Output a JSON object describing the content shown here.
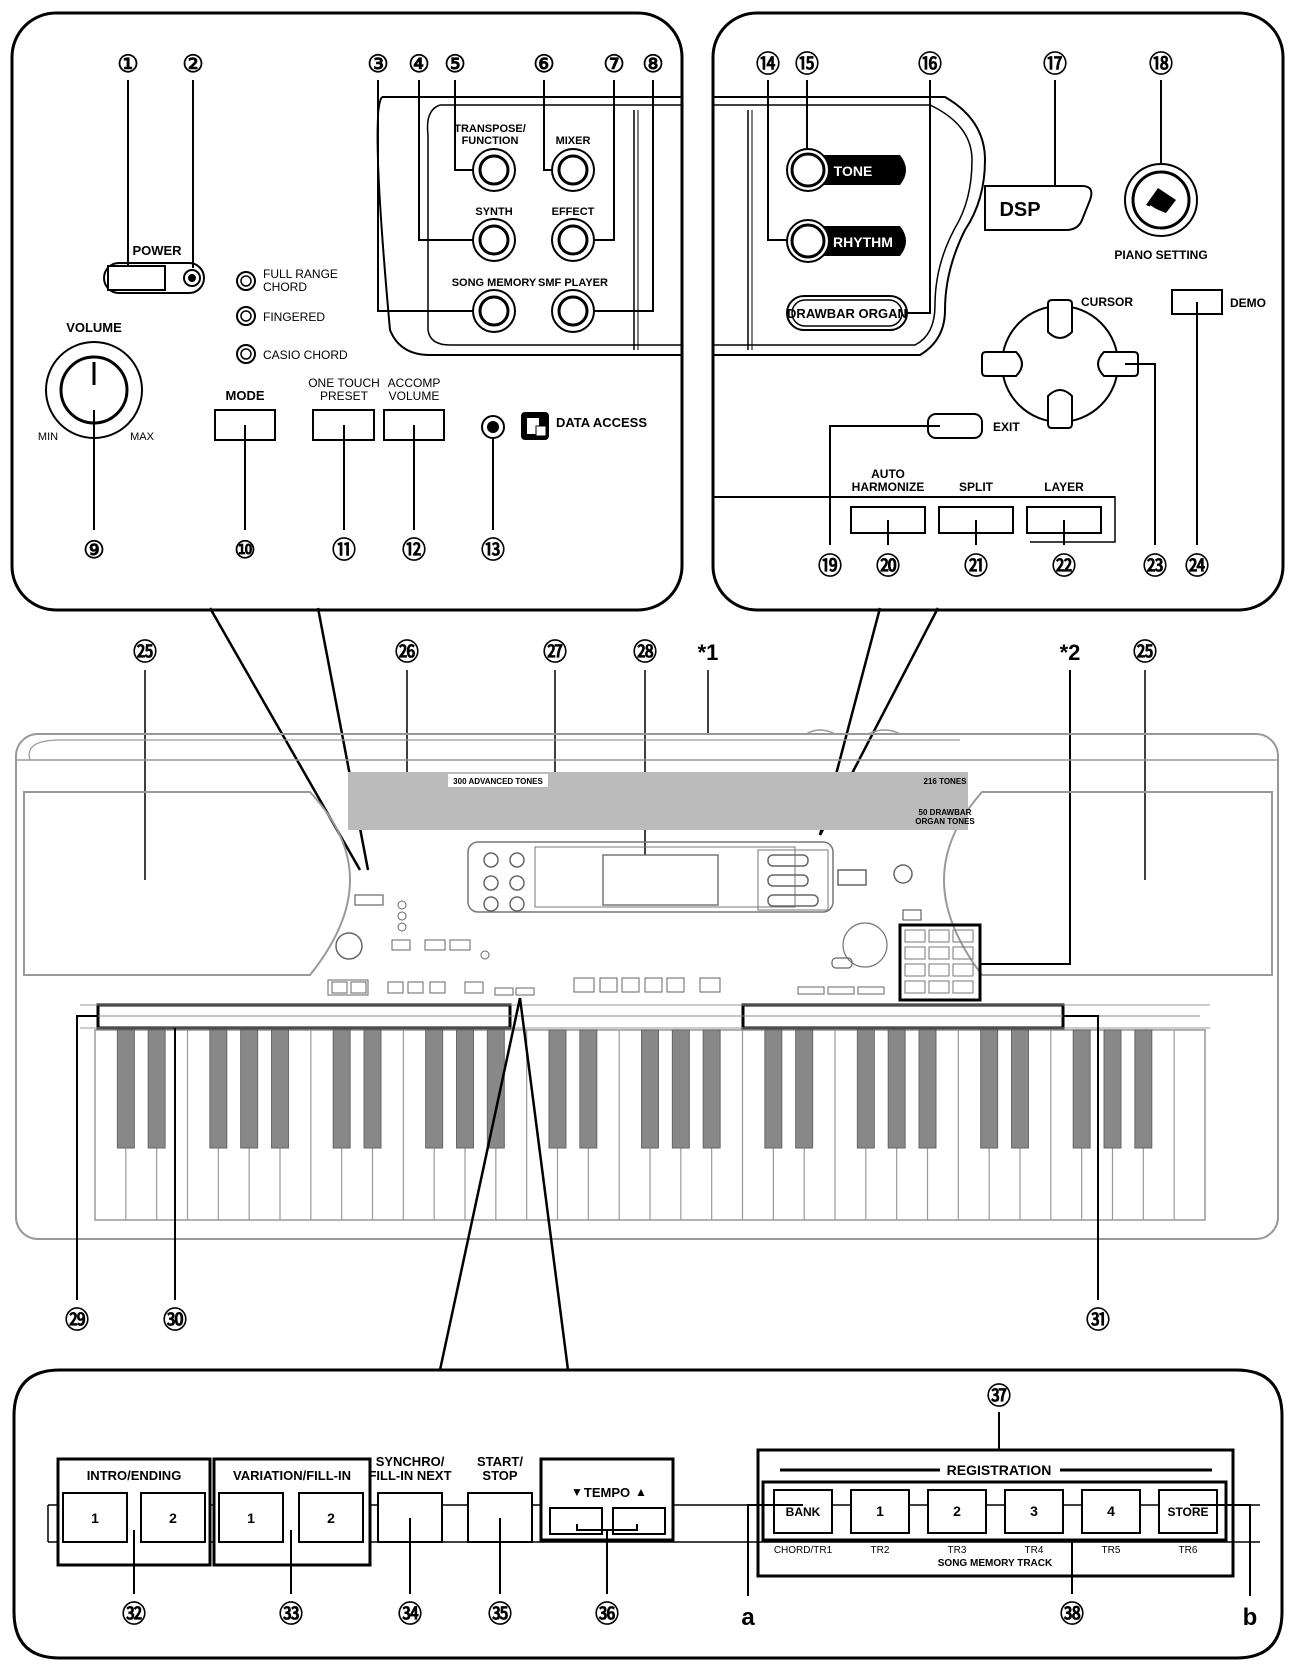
{
  "callouts": {
    "c1": "①",
    "c2": "②",
    "c3": "③",
    "c4": "④",
    "c5": "⑤",
    "c6": "⑥",
    "c7": "⑦",
    "c8": "⑧",
    "c9": "⑨",
    "c10": "⑩",
    "c11": "⑪",
    "c12": "⑫",
    "c13": "⑬",
    "c14": "⑭",
    "c15": "⑮",
    "c16": "⑯",
    "c17": "⑰",
    "c18": "⑱",
    "c19": "⑲",
    "c20": "⑳",
    "c21": "㉑",
    "c22": "㉒",
    "c23": "㉓",
    "c24": "㉔",
    "c25": "㉕",
    "c26": "㉖",
    "c27": "㉗",
    "c28": "㉘",
    "c29": "㉙",
    "c30": "㉚",
    "c31": "㉛",
    "c32": "㉜",
    "c33": "㉝",
    "c34": "㉞",
    "c35": "㉟",
    "c36": "㊱",
    "c37": "㊲",
    "c38": "㊳",
    "star1": "*1",
    "star2": "*2",
    "a": "a",
    "b": "b"
  },
  "left_panel": {
    "power": "POWER",
    "volume": "VOLUME",
    "min": "MIN",
    "max": "MAX",
    "full_range_chord_1": "FULL RANGE",
    "full_range_chord_2": "CHORD",
    "fingered": "FINGERED",
    "casio_chord": "CASIO CHORD",
    "mode": "MODE",
    "one_touch_1": "ONE TOUCH",
    "one_touch_2": "PRESET",
    "accomp_1": "ACCOMP",
    "accomp_2": "VOLUME",
    "data_access": "DATA ACCESS",
    "transpose_1": "TRANSPOSE/",
    "transpose_2": "FUNCTION",
    "mixer": "MIXER",
    "synth": "SYNTH",
    "effect": "EFFECT",
    "song_memory": "SONG MEMORY",
    "smf_player": "SMF PLAYER"
  },
  "right_panel": {
    "tone": "TONE",
    "rhythm": "RHYTHM",
    "drawbar_organ": "DRAWBAR ORGAN",
    "dsp": "DSP",
    "piano_setting": "PIANO SETTING",
    "cursor": "CURSOR",
    "demo": "DEMO",
    "exit": "EXIT",
    "auto_harmonize_1": "AUTO",
    "auto_harmonize_2": "HARMONIZE",
    "split": "SPLIT",
    "layer": "LAYER"
  },
  "keyboard": {
    "advanced_tones": "300 ADVANCED TONES",
    "tones_216": "216 TONES",
    "drawbar_1": "50 DRAWBAR",
    "drawbar_2": "ORGAN TONES"
  },
  "bottom_panel": {
    "intro_ending": "INTRO/ENDING",
    "variation_fillin": "VARIATION/FILL-IN",
    "synchro_1": "SYNCHRO/",
    "synchro_2": "FILL-IN NEXT",
    "start_1": "START/",
    "start_2": "STOP",
    "tempo": "TEMPO",
    "tempo_down": "▼",
    "tempo_up": "▲",
    "btn_1": "1",
    "btn_2": "2",
    "registration": "REGISTRATION",
    "bank": "BANK",
    "reg_1": "1",
    "reg_2": "2",
    "reg_3": "3",
    "reg_4": "4",
    "store": "STORE",
    "chord_tr1": "CHORD/TR1",
    "tr2": "TR2",
    "tr3": "TR3",
    "tr4": "TR4",
    "tr5": "TR5",
    "tr6": "TR6",
    "song_memory_track": "SONG MEMORY TRACK"
  }
}
